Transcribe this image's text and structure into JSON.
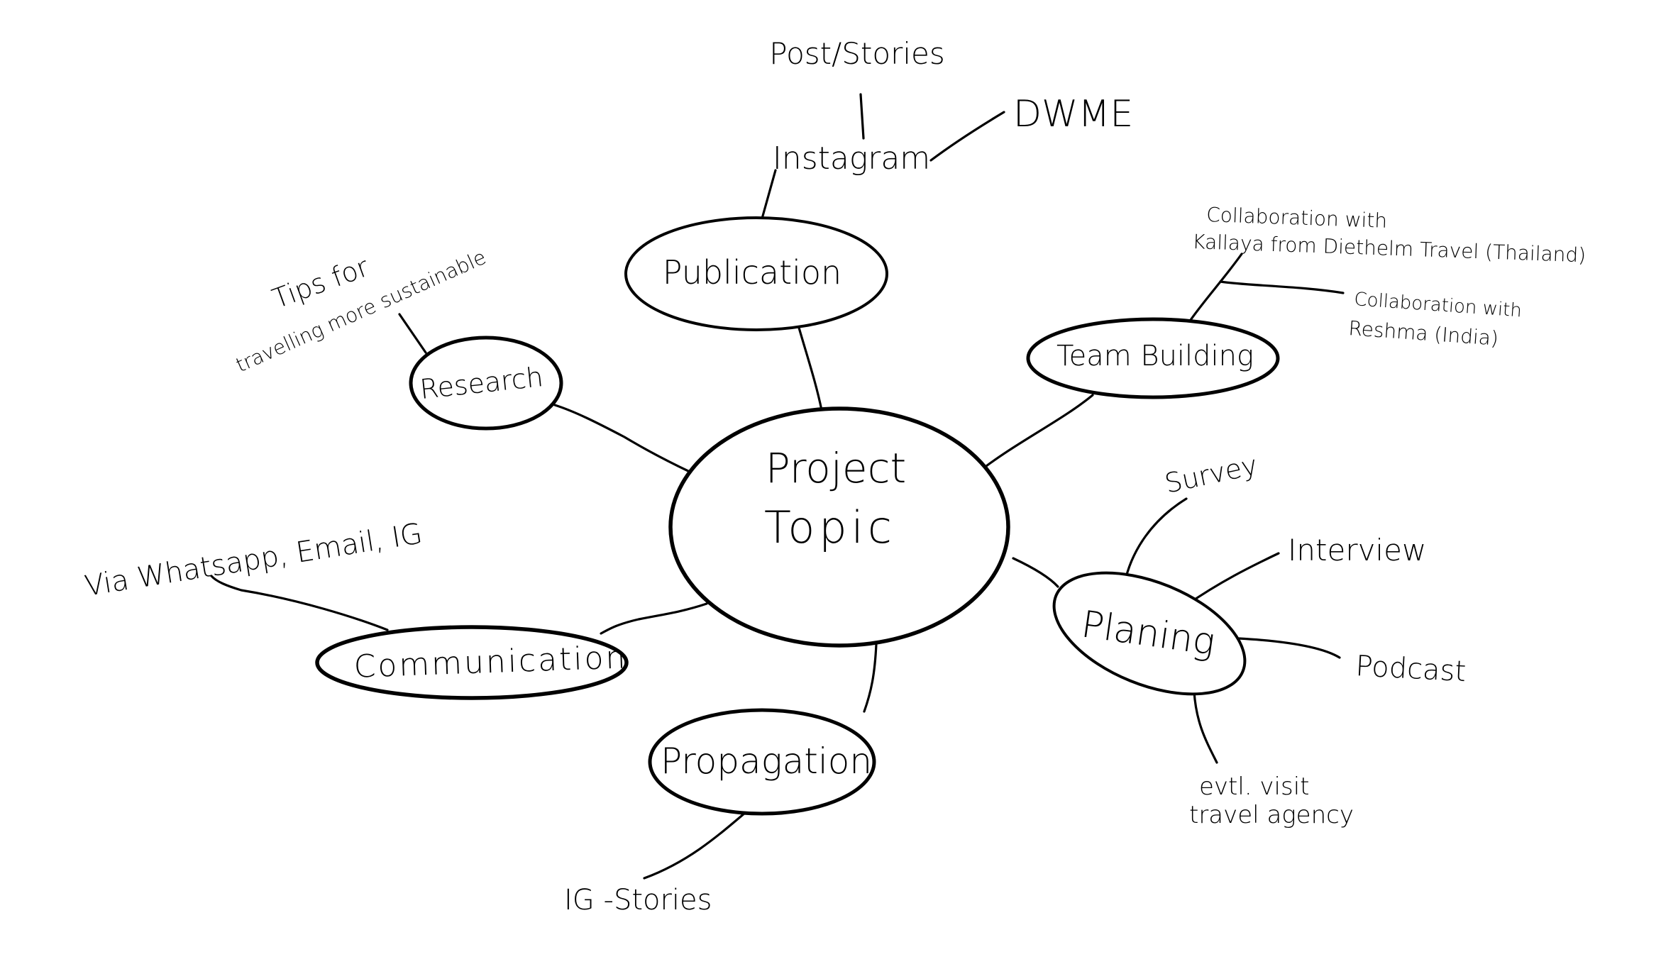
{
  "diagram": {
    "type": "mind-map",
    "background_color": "#ffffff",
    "ink_color": "#000000",
    "central_topic": {
      "line1": "Project",
      "line2": "Topic"
    },
    "branches": {
      "publication": {
        "label": "Publication",
        "children": {
          "instagram": {
            "label": "Instagram",
            "children": {
              "post_stories": "Post/Stories",
              "dwme": "DWME"
            }
          }
        }
      },
      "research": {
        "label": "Research",
        "children": {
          "tips": {
            "line1": "Tips for",
            "line2": "travelling more sustainable"
          }
        }
      },
      "team_building": {
        "label": "Team Building",
        "children": {
          "kallaya": {
            "line1": "Collaboration with",
            "line2": "Kallaya from Diethelm Travel (Thailand)"
          },
          "reshma": {
            "line1": "Collaboration with",
            "line2": "Reshma (India)"
          }
        }
      },
      "planing": {
        "label": "Planing",
        "children": {
          "survey": "Survey",
          "interview": "Interview",
          "podcast": "Podcast",
          "agency": {
            "line1": "evtl. visit",
            "line2": "travel agency"
          }
        }
      },
      "propagation": {
        "label": "Propagation",
        "children": {
          "ig_stories": "IG -Stories"
        }
      },
      "communication": {
        "label": "Communication",
        "children": {
          "channels": "Via Whatsapp, Email, IG"
        }
      }
    }
  }
}
